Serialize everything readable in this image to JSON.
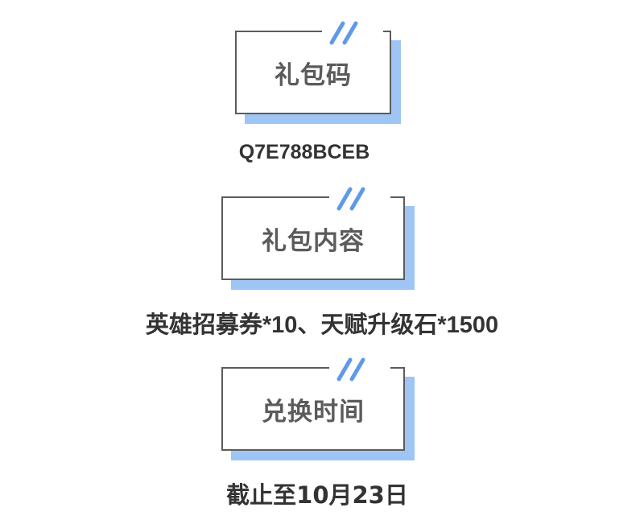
{
  "sections": [
    {
      "title": "礼包码",
      "value": "Q7E788BCEB"
    },
    {
      "title": "礼包内容",
      "value": "英雄招募券*10、天赋升级石*1500"
    },
    {
      "title": "兑换时间",
      "value": "截止至10月23日"
    }
  ],
  "colors": {
    "accent": "#5f9ae8",
    "shadow": "#9ec5f4",
    "border": "#5c5c5c",
    "title_text": "#5b5b5b",
    "value_text": "#333333"
  },
  "icons": {
    "frame_decoration": "double-slash-icon"
  }
}
